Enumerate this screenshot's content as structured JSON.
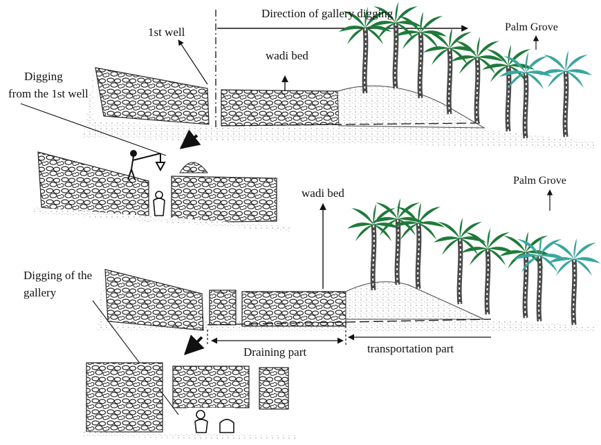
{
  "labels": {
    "first_well": "1st well",
    "direction": "Direction of gallery digging",
    "palm_grove_top": "Palm Grove",
    "wadi_bed_top": "wadi bed",
    "digging_first_well_line1": "Digging",
    "digging_first_well_line2": "from the 1st well",
    "wadi_bed_bottom": "wadi bed",
    "palm_grove_bottom": "Palm Grove",
    "digging_gallery_line1": "Digging of the",
    "digging_gallery_line2": "gallery",
    "draining_part": "Draining part",
    "transportation_part": "transportation part"
  },
  "colors": {
    "ink": "#1a1a1a",
    "palm_green": "#1f7a3a",
    "palm_teal": "#3aa6a0",
    "trunk": "#4a4a4a",
    "stipple": "#9a9a9a"
  }
}
